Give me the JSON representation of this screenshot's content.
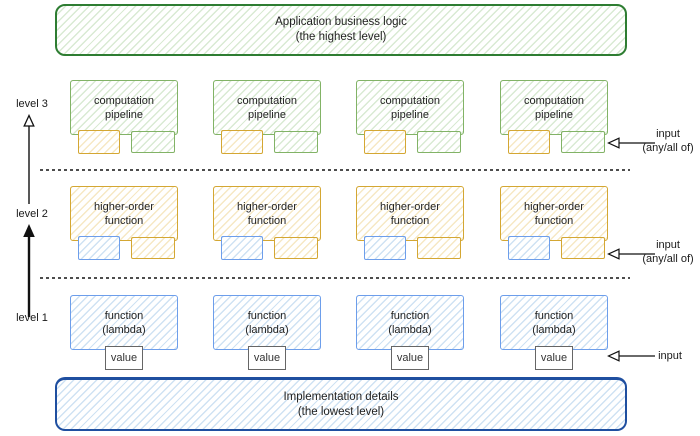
{
  "top_banner": {
    "title": "Application business logic",
    "subtitle": "(the highest level)"
  },
  "bottom_banner": {
    "title": "Implementation details",
    "subtitle": "(the lowest level)"
  },
  "levels": {
    "level3": {
      "label": "level 3",
      "box_title": "computation",
      "box_subtitle": "pipeline",
      "input_line1": "input",
      "input_line2": "(any/all of)"
    },
    "level2": {
      "label": "level 2",
      "box_title": "higher-order",
      "box_subtitle": "function",
      "input_line1": "input",
      "input_line2": "(any/all of)"
    },
    "level1": {
      "label": "level 1",
      "box_title": "function",
      "box_subtitle": "(lambda)",
      "value_label": "value",
      "input_line1": "input"
    }
  },
  "colors": {
    "green_dark": "#2e7d32",
    "green_mid": "#82b366",
    "green_hatch": "#d9ead3",
    "yellow_mid": "#d4a733",
    "yellow_hatch": "#f6e8c4",
    "blue_mid": "#6d9eeb",
    "blue_hatch": "#cfe2f3",
    "blue_dark": "#1f4fa0",
    "value_border": "#666666",
    "dash": "#4d4d4d",
    "arrow": "#111111",
    "text": "#222222"
  }
}
